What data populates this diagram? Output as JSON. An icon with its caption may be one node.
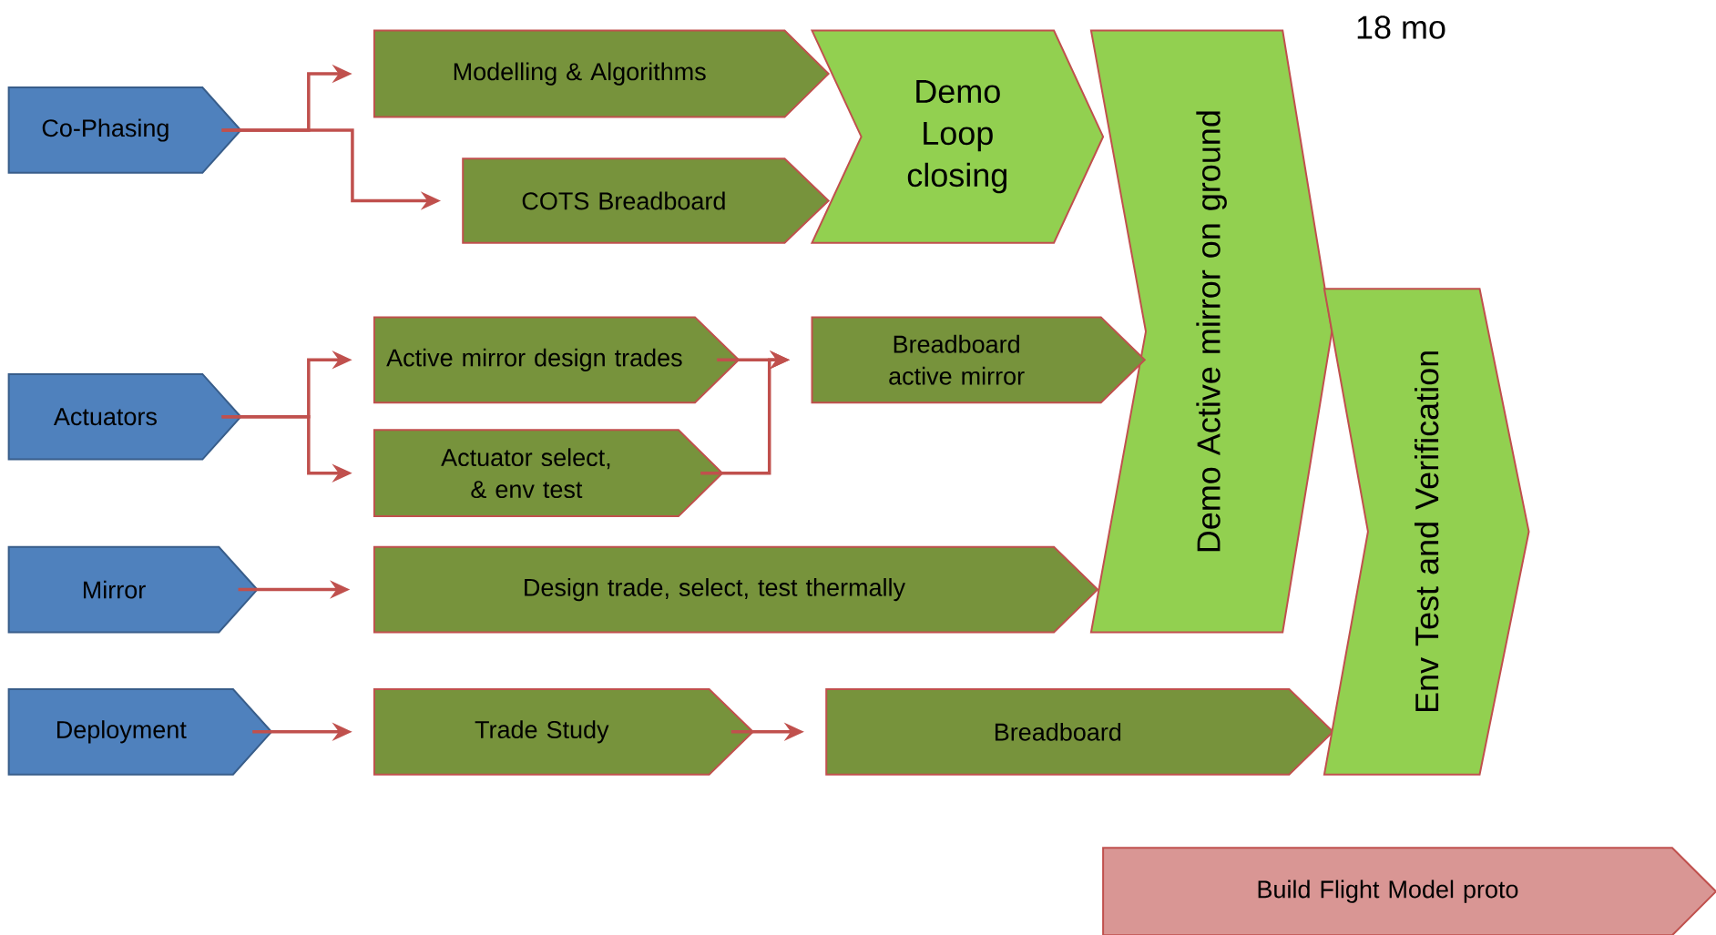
{
  "diagram": {
    "nodes": [
      {
        "text": [
          "Co-Phasing"
        ]
      },
      {
        "text": [
          "Modelling & Algorithms"
        ]
      },
      {
        "text": [
          "COTS Breadboard"
        ]
      },
      {
        "text": [
          "Demo Loop closing"
        ]
      },
      {
        "text": [
          "Demo Active mirror on ground"
        ]
      },
      {
        "text": [
          "Actuators"
        ]
      },
      {
        "text": [
          "Active mirror design trades"
        ]
      },
      {
        "text": [
          "Actuator select, & env test"
        ]
      },
      {
        "text": [
          "Breadboard active mirror"
        ]
      },
      {
        "text": [
          "Mirror"
        ]
      },
      {
        "text": [
          "Design trade, select, test thermally"
        ]
      },
      {
        "text": [
          "Deployment"
        ]
      },
      {
        "text": [
          "Trade Study"
        ]
      },
      {
        "text": [
          "Breadboard"
        ]
      },
      {
        "text": [
          "Env Test and Verification"
        ]
      },
      {
        "text": [
          "Build Flight Model proto"
        ]
      }
    ],
    "edges": [
      {
        "from": 0,
        "to": 1,
        "arrow": "to"
      },
      {
        "from": 0,
        "to": 2,
        "arrow": "to"
      },
      {
        "from": 5,
        "to": 6,
        "arrow": "to"
      },
      {
        "from": 5,
        "to": 7,
        "arrow": "to"
      },
      {
        "from": 6,
        "to": 8,
        "arrow": "to"
      },
      {
        "from": 7,
        "to": 8,
        "arrow": "to"
      },
      {
        "from": 9,
        "to": 10,
        "arrow": "to"
      },
      {
        "from": 11,
        "to": 12,
        "arrow": "to"
      },
      {
        "from": 12,
        "to": 13,
        "arrow": "to"
      }
    ],
    "labels": [
      "18 mo"
    ]
  }
}
